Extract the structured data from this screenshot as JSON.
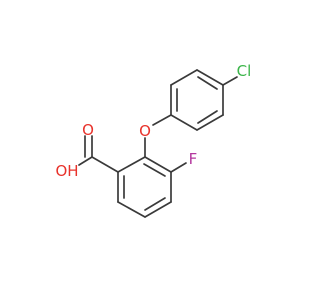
{
  "atoms": {
    "oxygen_carbonyl": {
      "label": "O",
      "color": "#e8322b"
    },
    "oxygen_hydroxyl": {
      "label": "OH",
      "color": "#e8322b"
    },
    "oxygen_ether": {
      "label": "O",
      "color": "#e8322b"
    },
    "fluorine": {
      "label": "F",
      "color": "#b3379e"
    },
    "chlorine": {
      "label": "Cl",
      "color": "#3bb54a"
    }
  },
  "colors": {
    "bond": "#3a3a3a",
    "background": "#ffffff"
  }
}
